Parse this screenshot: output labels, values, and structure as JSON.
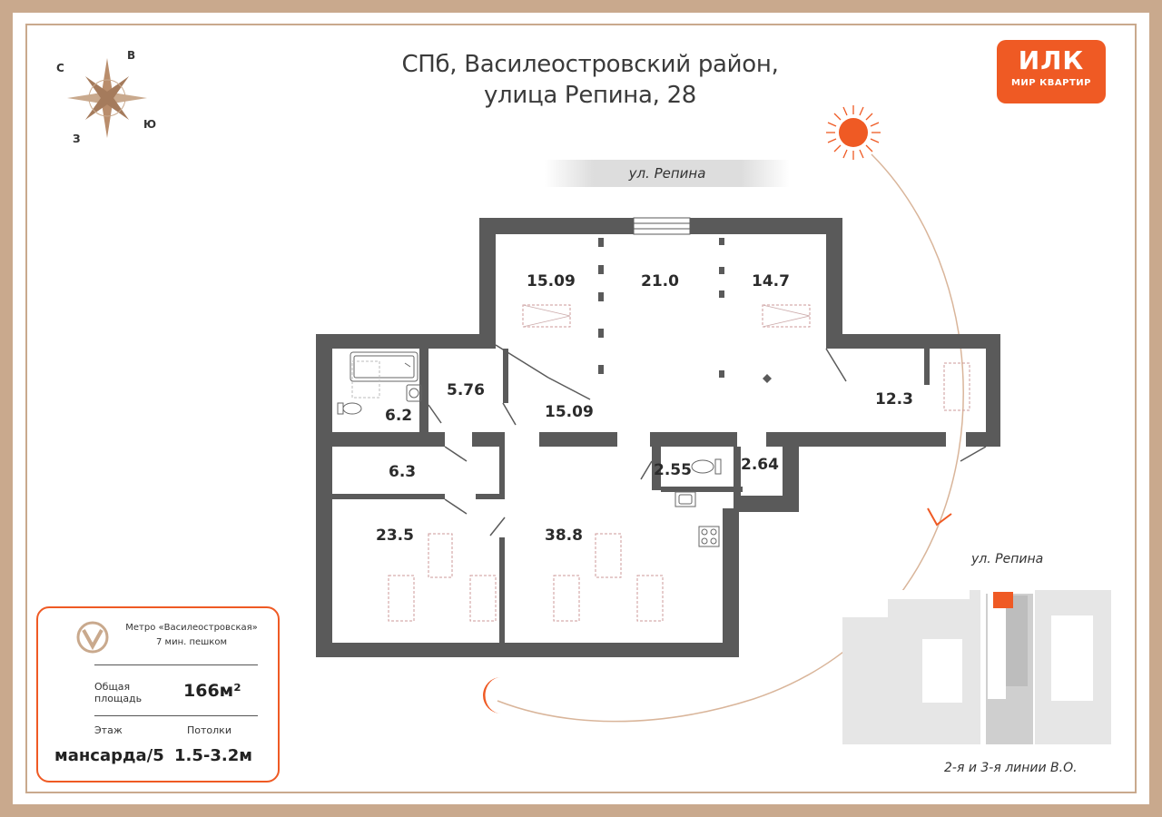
{
  "title": {
    "line1": "СПб, Василеостровский район,",
    "line2": "улица Репина, 28"
  },
  "logo": {
    "mark": "ИЛК",
    "text": "МИР КВАРТИР",
    "color": "#ef5a24"
  },
  "compass": {
    "north": "С",
    "east": "В",
    "south": "Ю",
    "west": "З"
  },
  "street_top": "ул. Репина",
  "rooms": [
    {
      "id": "room-1",
      "area": "15.09"
    },
    {
      "id": "room-2",
      "area": "21.0"
    },
    {
      "id": "room-3",
      "area": "14.7"
    },
    {
      "id": "room-4",
      "area": "5.76"
    },
    {
      "id": "room-5",
      "area": "6.2"
    },
    {
      "id": "room-6",
      "area": "15.09"
    },
    {
      "id": "room-7",
      "area": "12.3"
    },
    {
      "id": "room-8",
      "area": "6.3"
    },
    {
      "id": "room-9",
      "area": "2.55"
    },
    {
      "id": "room-10",
      "area": "2.64"
    },
    {
      "id": "room-11",
      "area": "23.5"
    },
    {
      "id": "room-12",
      "area": "38.8"
    }
  ],
  "info": {
    "metro_line1": "Метро «Василеостровская»",
    "metro_line2": "7 мин. пешком",
    "area_label_1": "Общая",
    "area_label_2": "площадь",
    "area_value": "166м²",
    "floor_label": "Этаж",
    "floor_value": "мансарда/5",
    "ceiling_label": "Потолки",
    "ceiling_value": "1.5-3.2м"
  },
  "map": {
    "street_top": "ул. Репина",
    "street_bottom": "2-я и 3-я линии В.О."
  },
  "colors": {
    "accent": "#ef5a24",
    "wall": "#5a5a5a",
    "frame": "#c9a98d"
  }
}
